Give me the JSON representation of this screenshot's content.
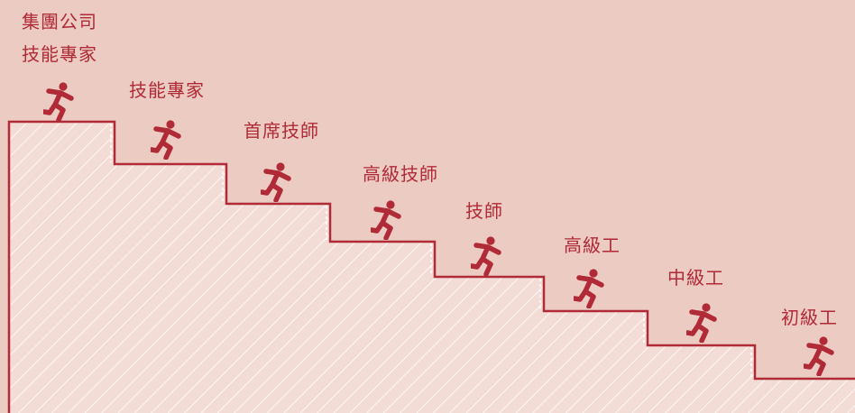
{
  "diagram": {
    "top_title": "集團公司",
    "steps": [
      {
        "label": "技能專家"
      },
      {
        "label": "技能專家"
      },
      {
        "label": "首席技師"
      },
      {
        "label": "高級技師"
      },
      {
        "label": "技師"
      },
      {
        "label": "高級工"
      },
      {
        "label": "中級工"
      },
      {
        "label": "初級工"
      }
    ]
  },
  "colors": {
    "background": "#ebcbc2",
    "stair_fill": "#f3dcd5",
    "stroke": "#b02a37",
    "hatch": "#ffffff"
  },
  "icons": {
    "figure": "running-person-icon"
  }
}
